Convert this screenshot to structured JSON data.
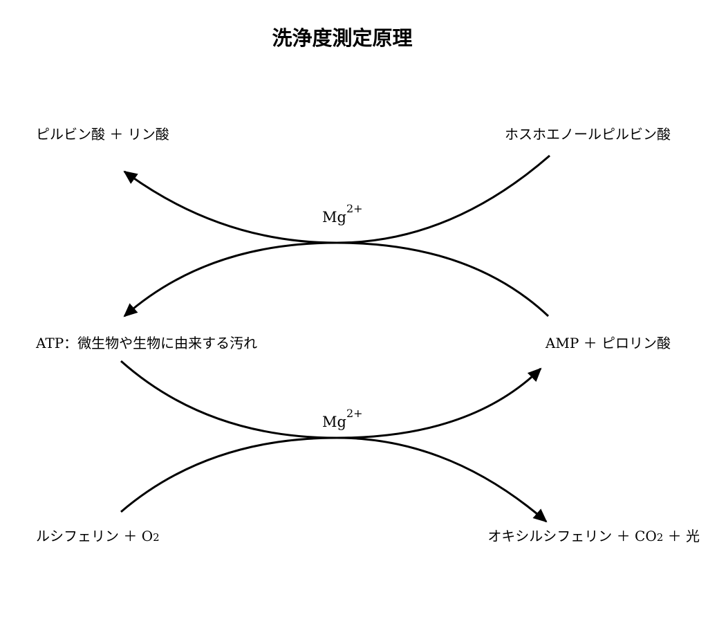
{
  "title": "洗浄度測定原理",
  "labels": {
    "top_left": "ピルビン酸 ＋ リン酸",
    "top_right": "ホスホエノールピルビン酸",
    "mid_left": "ATP：微生物や生物に由来する汚れ",
    "mid_right": "AMP ＋ ピロリン酸",
    "bottom_left_main": "ルシフェリン ＋ O",
    "bottom_left_sub": "2",
    "bottom_right_main": "オキシルシフェリン ＋ CO",
    "bottom_right_sub": "2",
    "bottom_right_tail": " ＋ 光"
  },
  "catalyst": {
    "symbol": "Mg",
    "charge": "2+"
  }
}
